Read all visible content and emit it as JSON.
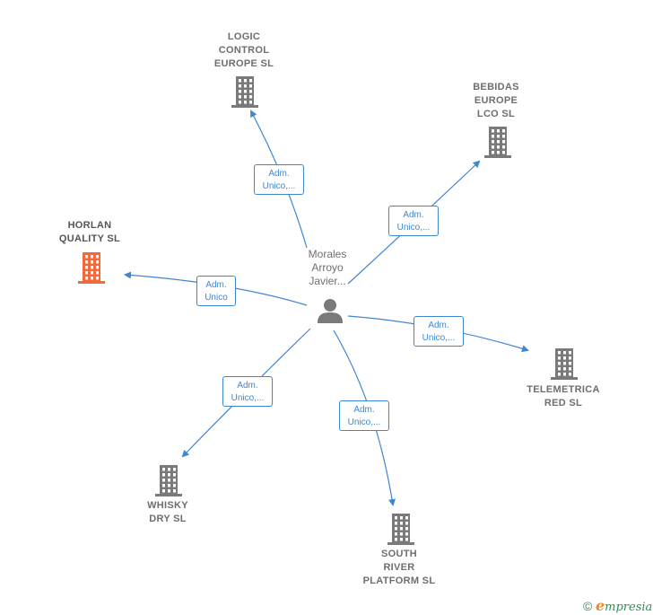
{
  "center_person": {
    "name_lines": [
      "Morales",
      "Arroyo",
      "Javier..."
    ],
    "icon": "person-icon"
  },
  "companies": [
    {
      "key": "logic-control-europe-sl",
      "name_lines": [
        "LOGIC",
        "CONTROL",
        "EUROPE  SL"
      ],
      "icon": "building-icon",
      "color": "#7a7a7a",
      "highlighted": false,
      "relationship": [
        "Adm.",
        "Unico,..."
      ]
    },
    {
      "key": "bebidas-europe-lco-sl",
      "name_lines": [
        "BEBIDAS",
        "EUROPE",
        "LCO  SL"
      ],
      "icon": "building-icon",
      "color": "#7a7a7a",
      "highlighted": false,
      "relationship": [
        "Adm.",
        "Unico,..."
      ]
    },
    {
      "key": "horlan-quality-sl",
      "name_lines": [
        "HORLAN",
        "QUALITY  SL"
      ],
      "icon": "building-icon",
      "color": "#f26a3b",
      "highlighted": true,
      "relationship": [
        "Adm.",
        "Unico"
      ]
    },
    {
      "key": "telemetrica-red-sl",
      "name_lines": [
        "TELEMETRICA",
        "RED  SL"
      ],
      "icon": "building-icon",
      "color": "#7a7a7a",
      "highlighted": false,
      "relationship": [
        "Adm.",
        "Unico,..."
      ]
    },
    {
      "key": "whisky-dry-sl",
      "name_lines": [
        "WHISKY",
        "DRY  SL"
      ],
      "icon": "building-icon",
      "color": "#7a7a7a",
      "highlighted": false,
      "relationship": [
        "Adm.",
        "Unico,..."
      ]
    },
    {
      "key": "south-river-platform-sl",
      "name_lines": [
        "SOUTH",
        "RIVER",
        "PLATFORM  SL"
      ],
      "icon": "building-icon",
      "color": "#7a7a7a",
      "highlighted": false,
      "relationship": [
        "Adm.",
        "Unico,..."
      ]
    }
  ],
  "colors": {
    "edge": "#3f86d1",
    "badge_text": "#3f86d1",
    "label": "#6e6e6e",
    "highlight": "#f26a3b",
    "footer_green": "#2c8f55",
    "footer_orange": "#f08a1c"
  },
  "footer": {
    "copyright_symbol": "©",
    "brand_first": "e",
    "brand_rest": "mpresia"
  }
}
